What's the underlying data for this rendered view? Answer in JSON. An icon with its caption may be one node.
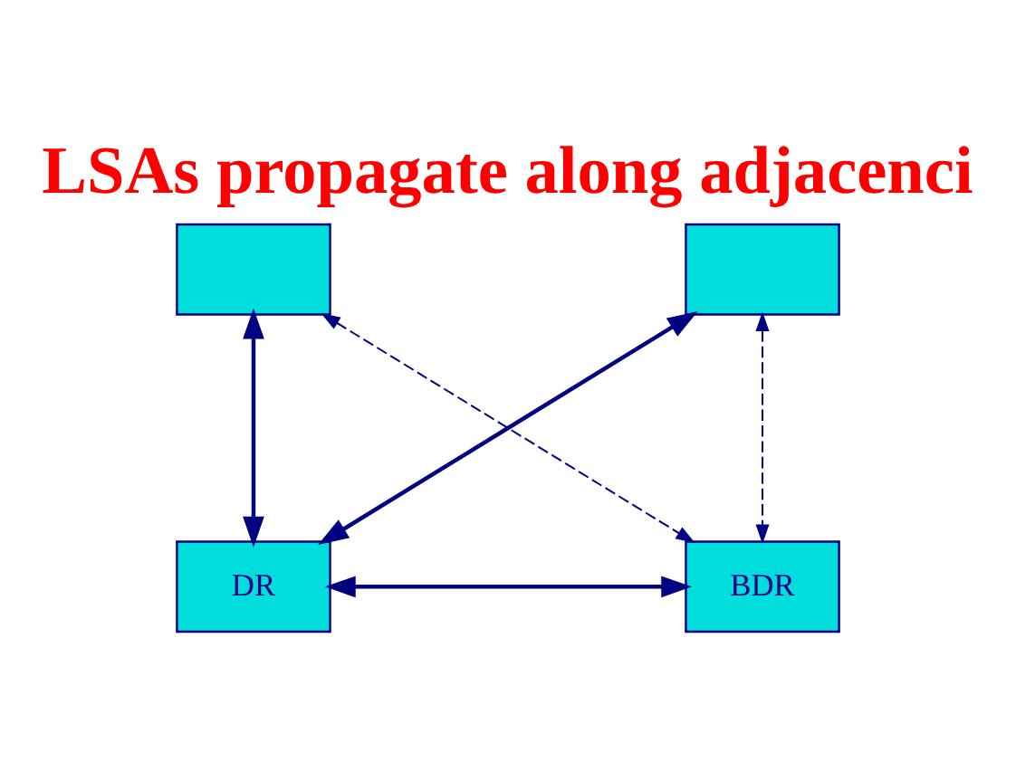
{
  "diagram": {
    "title": "LSAs propagate along adjacenci",
    "nodes": [
      {
        "text": [],
        "shape": "box"
      },
      {
        "text": [],
        "shape": "box"
      },
      {
        "text": [
          "DR"
        ]
      },
      {
        "text": [
          "BDR"
        ]
      }
    ],
    "edges": [
      {
        "from": 0,
        "to": 2,
        "arrow": "both"
      },
      {
        "from": 1,
        "to": 2,
        "arrow": "both"
      },
      {
        "from": 0,
        "to": 3,
        "arrow": "both",
        "style": "dashed"
      },
      {
        "from": 1,
        "to": 3,
        "arrow": "both",
        "style": "dashed"
      },
      {
        "from": 2,
        "to": 3,
        "arrow": "both"
      }
    ]
  }
}
